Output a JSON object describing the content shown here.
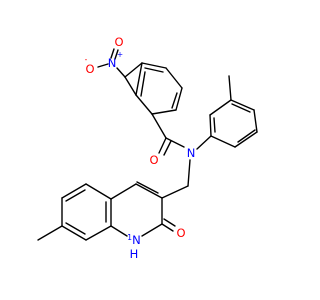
{
  "molecule": {
    "atoms": {
      "nitro_o_minus": {
        "element": "O",
        "charge": "-"
      },
      "nitro_n": {
        "element": "N",
        "charge": "+"
      },
      "nitro_o_double": {
        "element": "O"
      },
      "carbonyl_o": {
        "element": "O"
      },
      "amide_n": {
        "element": "N"
      },
      "lactam_o": {
        "element": "O"
      },
      "ring_nh": {
        "element": "N",
        "h": "H",
        "h_prefix": "1"
      }
    }
  },
  "colors": {
    "bond": "#000000",
    "oxygen": "#ff0000",
    "nitrogen": "#0000ff"
  }
}
